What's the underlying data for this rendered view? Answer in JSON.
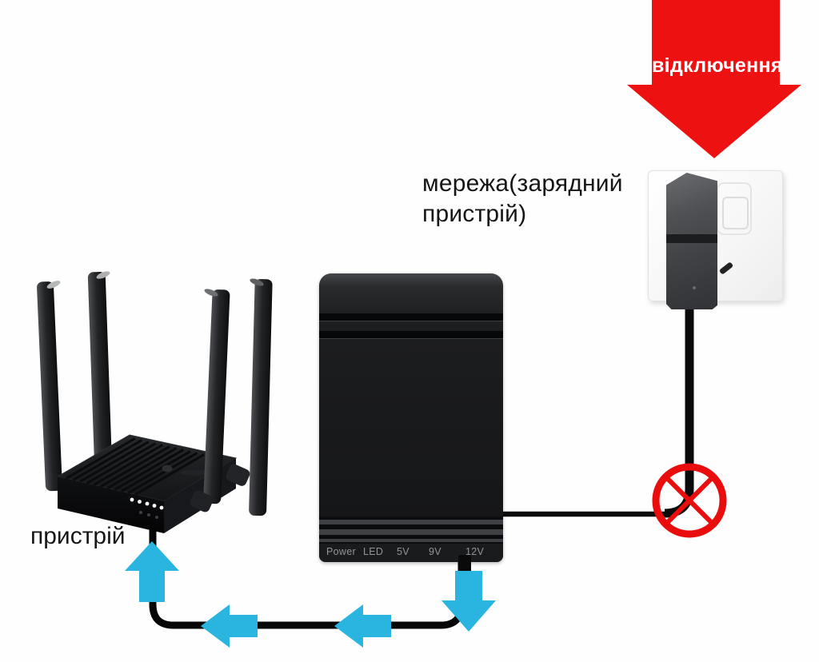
{
  "labels": {
    "disconnect": "відключення",
    "mains_line1": "мережа(зарядний",
    "mains_line2": "пристрій)",
    "device": "пристрій"
  },
  "ups_panel": {
    "labels": [
      "Power",
      "LED",
      "5V",
      "9V",
      "12V"
    ]
  },
  "icons": {
    "disconnect_arrow": "red-down-arrow",
    "no_symbol": "red-crossed-circle",
    "flow_up": "cyan-up-arrow",
    "flow_down": "cyan-down-arrow",
    "flow_left": "cyan-left-arrow"
  },
  "colors": {
    "alert_red": "#ee1111",
    "flow_cyan": "#29b5e0",
    "cable_black": "#0a0a0a",
    "text_black": "#161616",
    "ups_label_gray": "#949496"
  }
}
